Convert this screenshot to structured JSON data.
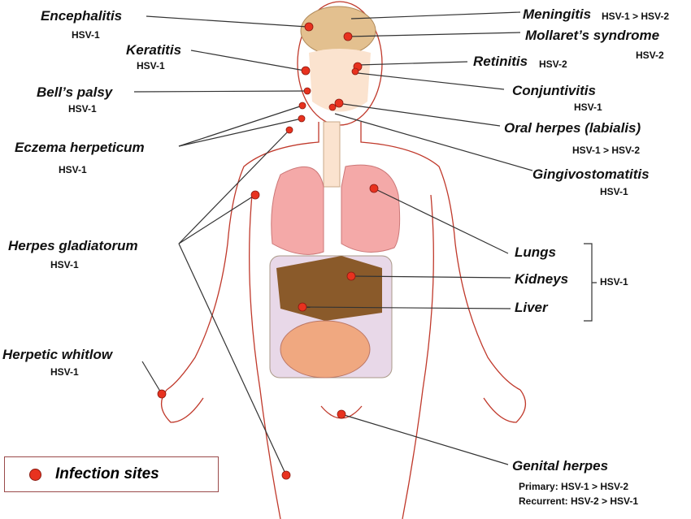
{
  "labels": {
    "encephalitis": {
      "name": "Encephalitis",
      "type": "HSV-1"
    },
    "keratitis": {
      "name": "Keratitis",
      "type": "HSV-1"
    },
    "bells_palsy": {
      "name": "Bell’s palsy",
      "type": "HSV-1"
    },
    "eczema": {
      "name": "Eczema herpeticum",
      "type": "HSV-1"
    },
    "gladiatorum": {
      "name": "Herpes gladiatorum",
      "type": "HSV-1"
    },
    "whitlow": {
      "name": "Herpetic whitlow",
      "type": "HSV-1"
    },
    "meningitis": {
      "name": "Meningitis",
      "type": "HSV-1 > HSV-2"
    },
    "mollaret": {
      "name": "Mollaret’s syndrome",
      "type": "HSV-2"
    },
    "retinitis": {
      "name": "Retinitis",
      "type": "HSV-2"
    },
    "conjunctivitis": {
      "name": "Conjuntivitis",
      "type": "HSV-1"
    },
    "oral": {
      "name": "Oral herpes (labialis)",
      "type": "HSV-1 > HSV-2"
    },
    "gingivo": {
      "name": "Gingivostomatitis",
      "type": "HSV-1"
    },
    "lungs": {
      "name": "Lungs"
    },
    "kidneys": {
      "name": "Kidneys"
    },
    "liver": {
      "name": "Liver"
    },
    "organs_type": "HSV-1",
    "genital": {
      "name": "Genital herpes",
      "primary": "Primary: HSV-1 > HSV-2",
      "recurrent": "Recurrent: HSV-2 > HSV-1"
    }
  },
  "legend": {
    "label": "Infection sites"
  },
  "colors": {
    "dot": "#e8321f",
    "outline": "#c0392b",
    "lung": "#f4a9a8",
    "brain": "#e3c08f"
  }
}
